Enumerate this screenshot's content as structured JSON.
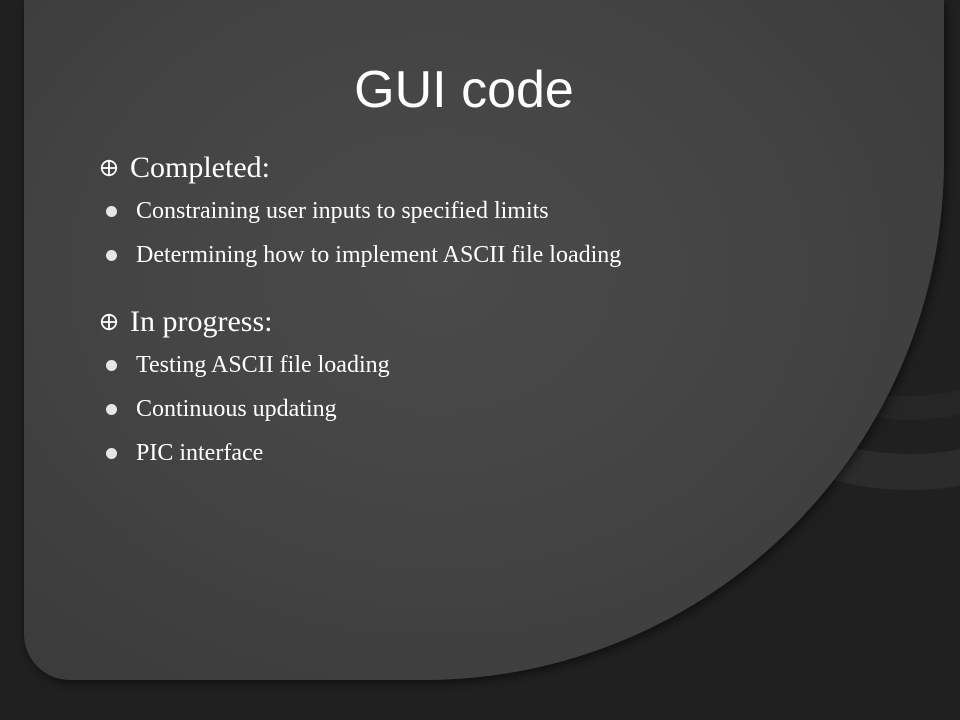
{
  "slide": {
    "title": "GUI code",
    "sections": [
      {
        "heading": "Completed:",
        "items": [
          "Constraining user inputs to specified limits",
          "Determining how to implement ASCII file loading"
        ]
      },
      {
        "heading": "In progress:",
        "items": [
          "Testing ASCII file loading",
          "Continuous updating",
          "PIC interface"
        ]
      }
    ]
  },
  "icons": {
    "level1_bullet": "circled-cross-bullet-icon",
    "level2_bullet": "filled-dot-bullet-icon"
  },
  "colors": {
    "background": "#202020",
    "panel": "#444444",
    "text": "#ffffff",
    "sub_bullet": "#e6e6e6"
  }
}
